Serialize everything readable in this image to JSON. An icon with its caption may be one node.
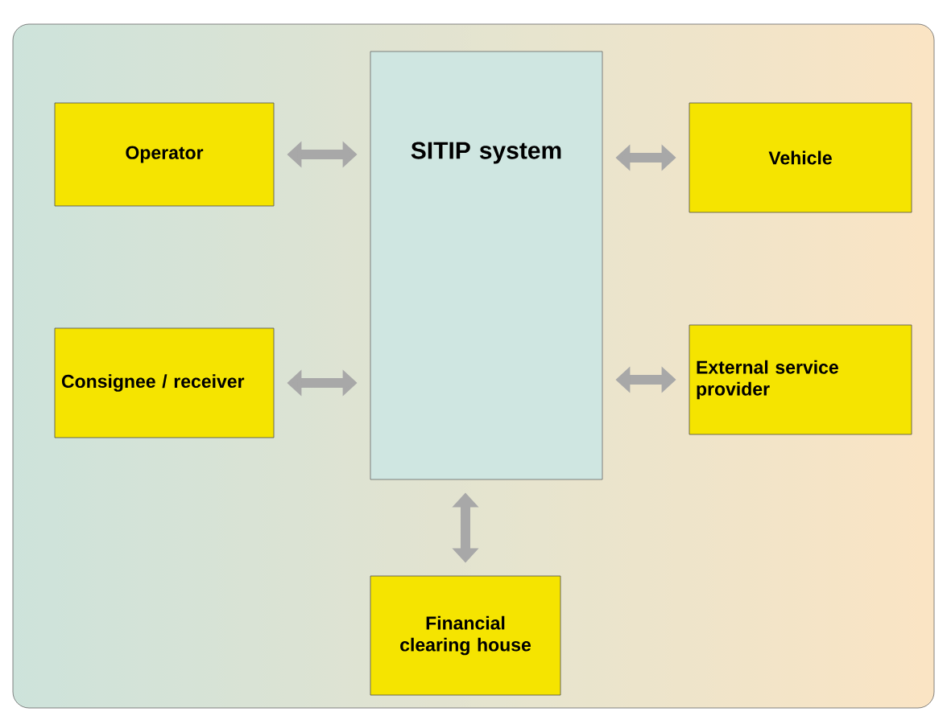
{
  "diagram": {
    "nodes": [
      {
        "text": [
          "SITIP system"
        ]
      },
      {
        "text": [
          "Operator"
        ]
      },
      {
        "text": [
          "Vehicle"
        ]
      },
      {
        "text": [
          "Consignee / receiver"
        ]
      },
      {
        "text": [
          "External service provider"
        ]
      },
      {
        "text": [
          "Financial clearing house"
        ]
      }
    ],
    "edges": [
      {
        "from": 1,
        "to": 0,
        "arrow": "both"
      },
      {
        "from": 2,
        "to": 0,
        "arrow": "both"
      },
      {
        "from": 3,
        "to": 0,
        "arrow": "both"
      },
      {
        "from": 4,
        "to": 0,
        "arrow": "both"
      },
      {
        "from": 5,
        "to": 0,
        "arrow": "both"
      }
    ]
  }
}
